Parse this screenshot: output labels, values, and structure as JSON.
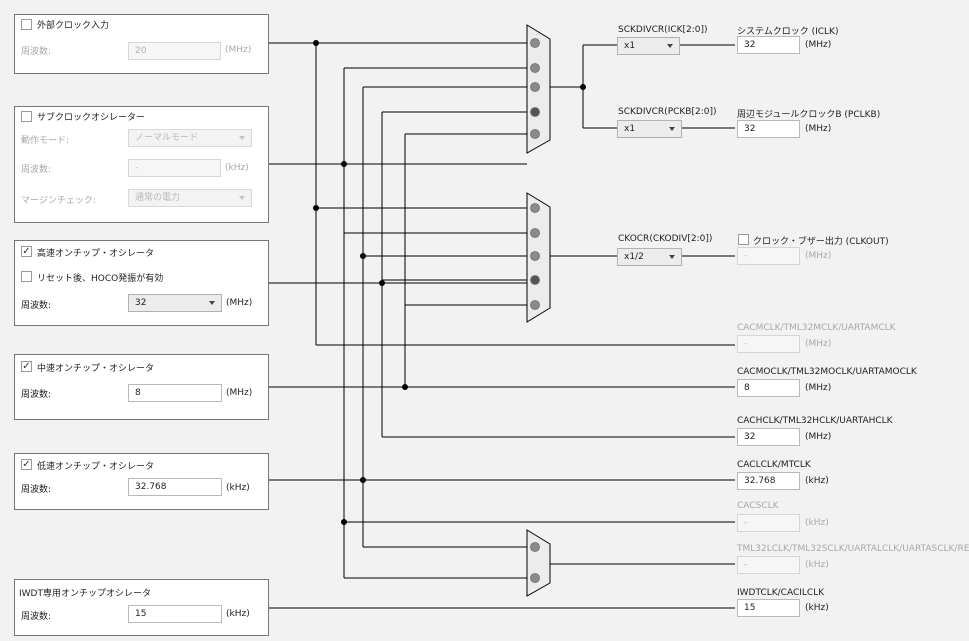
{
  "panels": {
    "external_clock": {
      "title": "外部クロック入力",
      "checked": false,
      "freq_label": "周波数:",
      "freq_value": "20",
      "unit": "(MHz)"
    },
    "sub_clock": {
      "title": "サブクロックオシレーター",
      "checked": false,
      "mode_label": "動作モード:",
      "mode_value": "ノーマルモード",
      "freq_label": "周波数:",
      "freq_value": "-",
      "unit": "(kHz)",
      "margin_label": "マージンチェック:",
      "margin_value": "通常の電力"
    },
    "hoco": {
      "title": "高速オンチップ・オシレータ",
      "checked": true,
      "reset_label": "リセット後、HOCO発振が有効",
      "reset_checked": false,
      "freq_label": "周波数:",
      "freq_value": "32",
      "unit": "(MHz)"
    },
    "moco": {
      "title": "中速オンチップ・オシレータ",
      "checked": true,
      "freq_label": "周波数:",
      "freq_value": "8",
      "unit": "(MHz)"
    },
    "loco": {
      "title": "低速オンチップ・オシレータ",
      "checked": true,
      "freq_label": "周波数:",
      "freq_value": "32.768",
      "unit": "(kHz)"
    },
    "iwdt": {
      "title": "IWDT専用オンチップオシレータ",
      "freq_label": "周波数:",
      "freq_value": "15",
      "unit": "(kHz)"
    }
  },
  "dividers": {
    "ick": {
      "label": "SCKDIVCR(ICK[2:0])",
      "value": "x1"
    },
    "pckb": {
      "label": "SCKDIVCR(PCKB[2:0])",
      "value": "x1"
    },
    "ckocr": {
      "label": "CKOCR(CKODIV[2:0])",
      "value": "x1/2"
    }
  },
  "outputs": {
    "iclk": {
      "label": "システムクロック (ICLK)",
      "value": "32",
      "unit": "(MHz)",
      "enabled": true
    },
    "pclkb": {
      "label": "周辺モジュールクロックB (PCLKB)",
      "value": "32",
      "unit": "(MHz)",
      "enabled": true
    },
    "clkout": {
      "label": "クロック・ブザー出力 (CLKOUT)",
      "value": "-",
      "unit": "(MHz)",
      "enabled": false,
      "checked": false
    },
    "cacmclk": {
      "label": "CACMCLK/TML32MCLK/UARTAMCLK",
      "value": "-",
      "unit": "(MHz)",
      "enabled": false
    },
    "cacmoclk": {
      "label": "CACMOCLK/TML32MOCLK/UARTAMOCLK",
      "value": "8",
      "unit": "(MHz)",
      "enabled": true
    },
    "cachclk": {
      "label": "CACHCLK/TML32HCLK/UARTAHCLK",
      "value": "32",
      "unit": "(MHz)",
      "enabled": true
    },
    "caclclk": {
      "label": "CACLCLK/MTCLK",
      "value": "32.768",
      "unit": "(kHz)",
      "enabled": true
    },
    "cacsclk": {
      "label": "CACSCLK",
      "value": "-",
      "unit": "(kHz)",
      "enabled": false
    },
    "tml32lclk": {
      "label": "TML32LCLK/TML32SCLK/UARTALCLK/UARTASCLK/RE",
      "value": "-",
      "unit": "(kHz)",
      "enabled": false
    },
    "iwdtclk": {
      "label": "IWDTCLK/CACILCLK",
      "value": "15",
      "unit": "(kHz)",
      "enabled": true
    }
  },
  "colors": {
    "wire": "#000000",
    "wire_muted": "#555555",
    "mux_fill": "#ececec",
    "port": "#8a8a8a"
  }
}
